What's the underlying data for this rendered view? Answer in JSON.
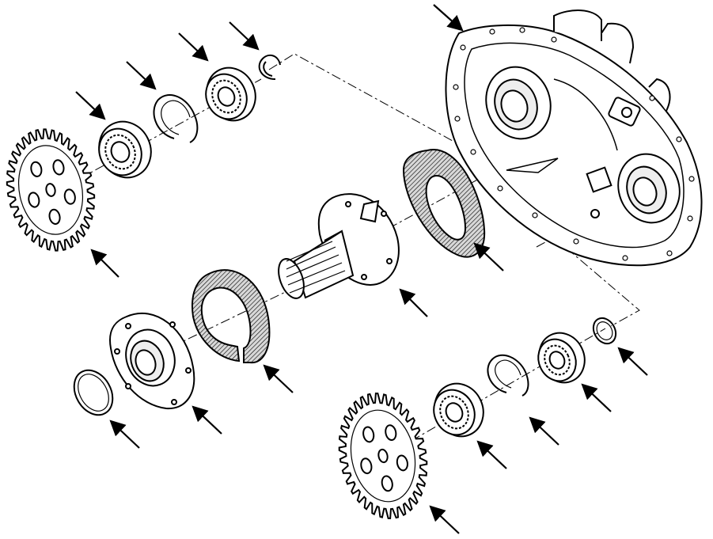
{
  "diagram": {
    "kind": "exploded-view",
    "line_color": "#000000",
    "fill_light": "#ffffff",
    "fill_gasket": "#cfcfcf",
    "parts": [
      {
        "id": "housing-cover",
        "icon": "housing-icon"
      },
      {
        "id": "upper-gear",
        "icon": "gear-icon"
      },
      {
        "id": "upper-bearing-outer",
        "icon": "bearing-icon"
      },
      {
        "id": "upper-snap-ring",
        "icon": "snap-ring-icon"
      },
      {
        "id": "upper-bearing-inner",
        "icon": "bearing-icon"
      },
      {
        "id": "upper-retaining-ring",
        "icon": "retaining-ring-icon"
      },
      {
        "id": "housing-gasket",
        "icon": "gasket-icon"
      },
      {
        "id": "splined-shaft",
        "icon": "shaft-icon"
      },
      {
        "id": "flange-gasket",
        "icon": "gasket-icon"
      },
      {
        "id": "bearing-carrier",
        "icon": "carrier-icon"
      },
      {
        "id": "oil-seal",
        "icon": "seal-icon"
      },
      {
        "id": "lower-gear",
        "icon": "gear-icon"
      },
      {
        "id": "lower-bearing-outer",
        "icon": "bearing-icon"
      },
      {
        "id": "lower-snap-ring",
        "icon": "snap-ring-icon"
      },
      {
        "id": "lower-bearing-inner",
        "icon": "bearing-icon"
      },
      {
        "id": "lower-retaining-ring",
        "icon": "retaining-ring-icon"
      }
    ]
  }
}
